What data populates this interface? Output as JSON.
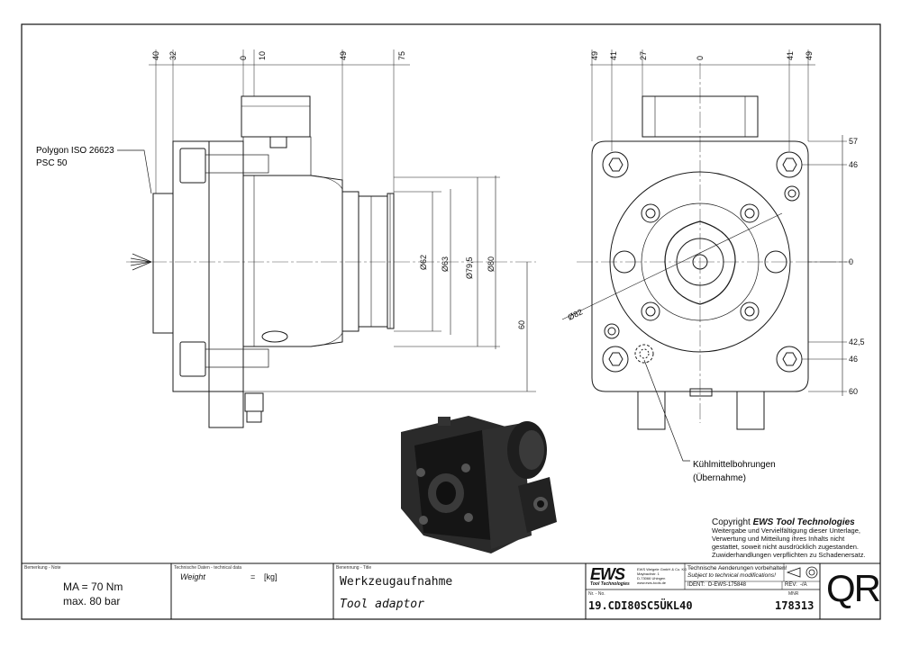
{
  "drawing": {
    "side_view": {
      "top_dims": [
        "40",
        "32",
        "0",
        "10",
        "49",
        "75"
      ],
      "right_dims": [
        "60"
      ],
      "diameters": [
        "Ø62",
        "Ø63",
        "Ø79,5",
        "Ø80"
      ],
      "callout_line1": "Polygon ISO 26623",
      "callout_line2": "PSC 50"
    },
    "front_view": {
      "top_dims": [
        "49",
        "41",
        "27",
        "0",
        "41",
        "49"
      ],
      "right_dims": [
        "57",
        "46",
        "0",
        "42,5",
        "46",
        "60"
      ],
      "diameter": "Ø82",
      "callout_line1": "Kühlmittelbohrungen",
      "callout_line2": "(Übernahme)"
    }
  },
  "copyright": {
    "title_prefix": "Copyright ",
    "title_brand": "EWS Tool Technologies",
    "lines": [
      "Weitergabe und Vervielfältigung dieser Unterlage,",
      "Verwertung und Mitteilung ihres Inhalts nicht",
      "gestattet, soweit nicht ausdrücklich zugestanden.",
      "Zuwiderhandlungen verpflichten zu Schadenersatz."
    ]
  },
  "title_block": {
    "remark_label": "Bemerkung - Note",
    "remark_line1": "MA = 70 Nm",
    "remark_line2": "max. 80 bar",
    "tech_label": "Technische Daten - technical data",
    "weight_label": "Weight",
    "weight_eq": "=",
    "weight_unit": "[kg]",
    "title_label": "Benennung - Title",
    "title_de": "Werkzeugaufnahme",
    "title_en": "Tool adaptor",
    "logo_text": "EWS",
    "logo_sub": "Tool Technologies",
    "company_lines": [
      "EWS Weigele GmbH & Co. KG",
      "Maybachstr. 1",
      "D-73066 Uhingen",
      "www.ews-tools.de"
    ],
    "notice_de": "Technische Aenderungen vorbehalten!",
    "notice_en": "Subject to technical modifications!",
    "ident_label": "IDENT:",
    "ident_value": "D-EWS-175848",
    "rev_label": "REV:",
    "rev_value": "-/A",
    "nr_label": "Nr. - No.",
    "part_number": "19.CDI80SC5ÜKL40",
    "mnr_label": "MNR",
    "mnr_value": "178313",
    "qr_label": "QR"
  },
  "colors": {
    "line": "#1a1a1a",
    "centerline": "#555555",
    "render_dark": "#1b1b1b"
  }
}
